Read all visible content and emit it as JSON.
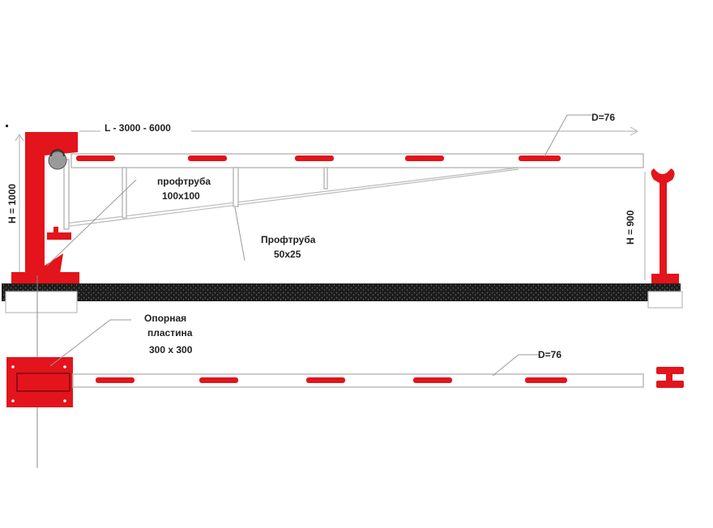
{
  "labels": {
    "length": "L - 3000 - 6000",
    "diameter_top": "D=76",
    "height_left": "H = 1000",
    "height_right": "H = 900",
    "profile_pipe_1_name": "профтруба",
    "profile_pipe_1_size": "100x100",
    "profile_pipe_2_name": "Профтруба",
    "profile_pipe_2_size": "50x25",
    "plate_line1": "Опорная",
    "plate_line2": "пластина",
    "plate_size": "300 х 300",
    "diameter_bottom": "D=76"
  },
  "colors": {
    "accent_red": "#e3141b",
    "ground": "#1c1c1c",
    "outline": "#bbbbbb",
    "text": "#222222"
  }
}
